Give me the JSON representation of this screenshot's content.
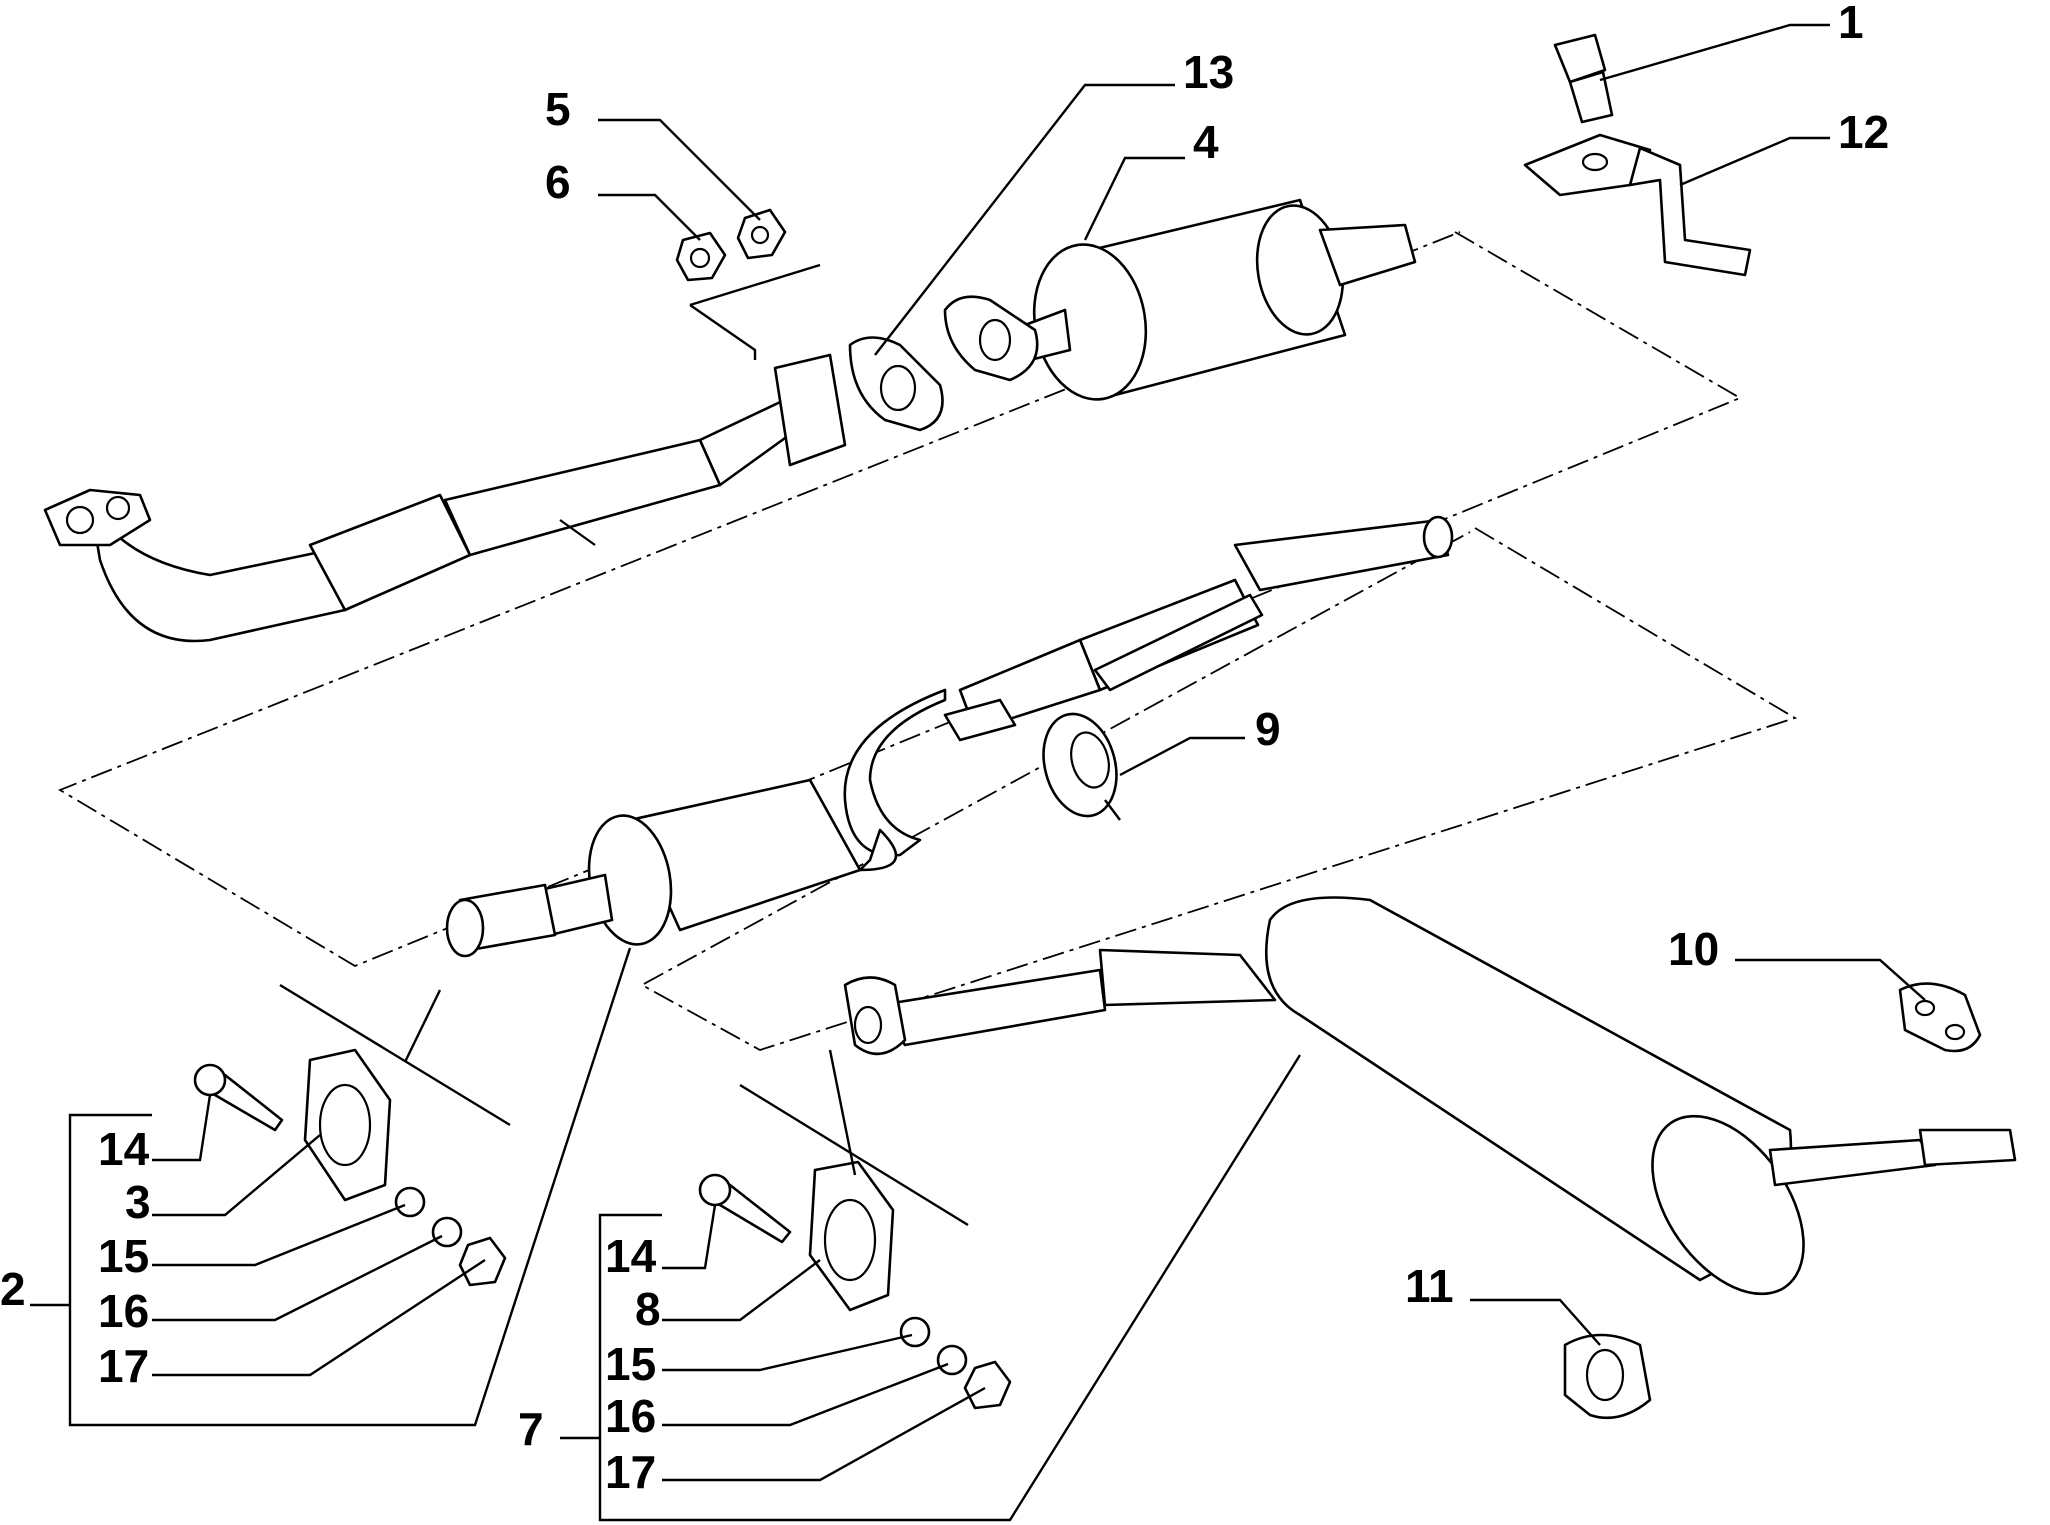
{
  "labels": {
    "p1": "1",
    "p2": "2",
    "p3": "3",
    "p4": "4",
    "p5": "5",
    "p6": "6",
    "p7": "7",
    "p8": "8",
    "p9": "9",
    "p10": "10",
    "p11": "11",
    "p12": "12",
    "p13": "13",
    "g1_14": "14",
    "g1_15": "15",
    "g1_16": "16",
    "g1_17": "17",
    "g2_14": "14",
    "g2_15": "15",
    "g2_16": "16",
    "g2_17": "17"
  }
}
